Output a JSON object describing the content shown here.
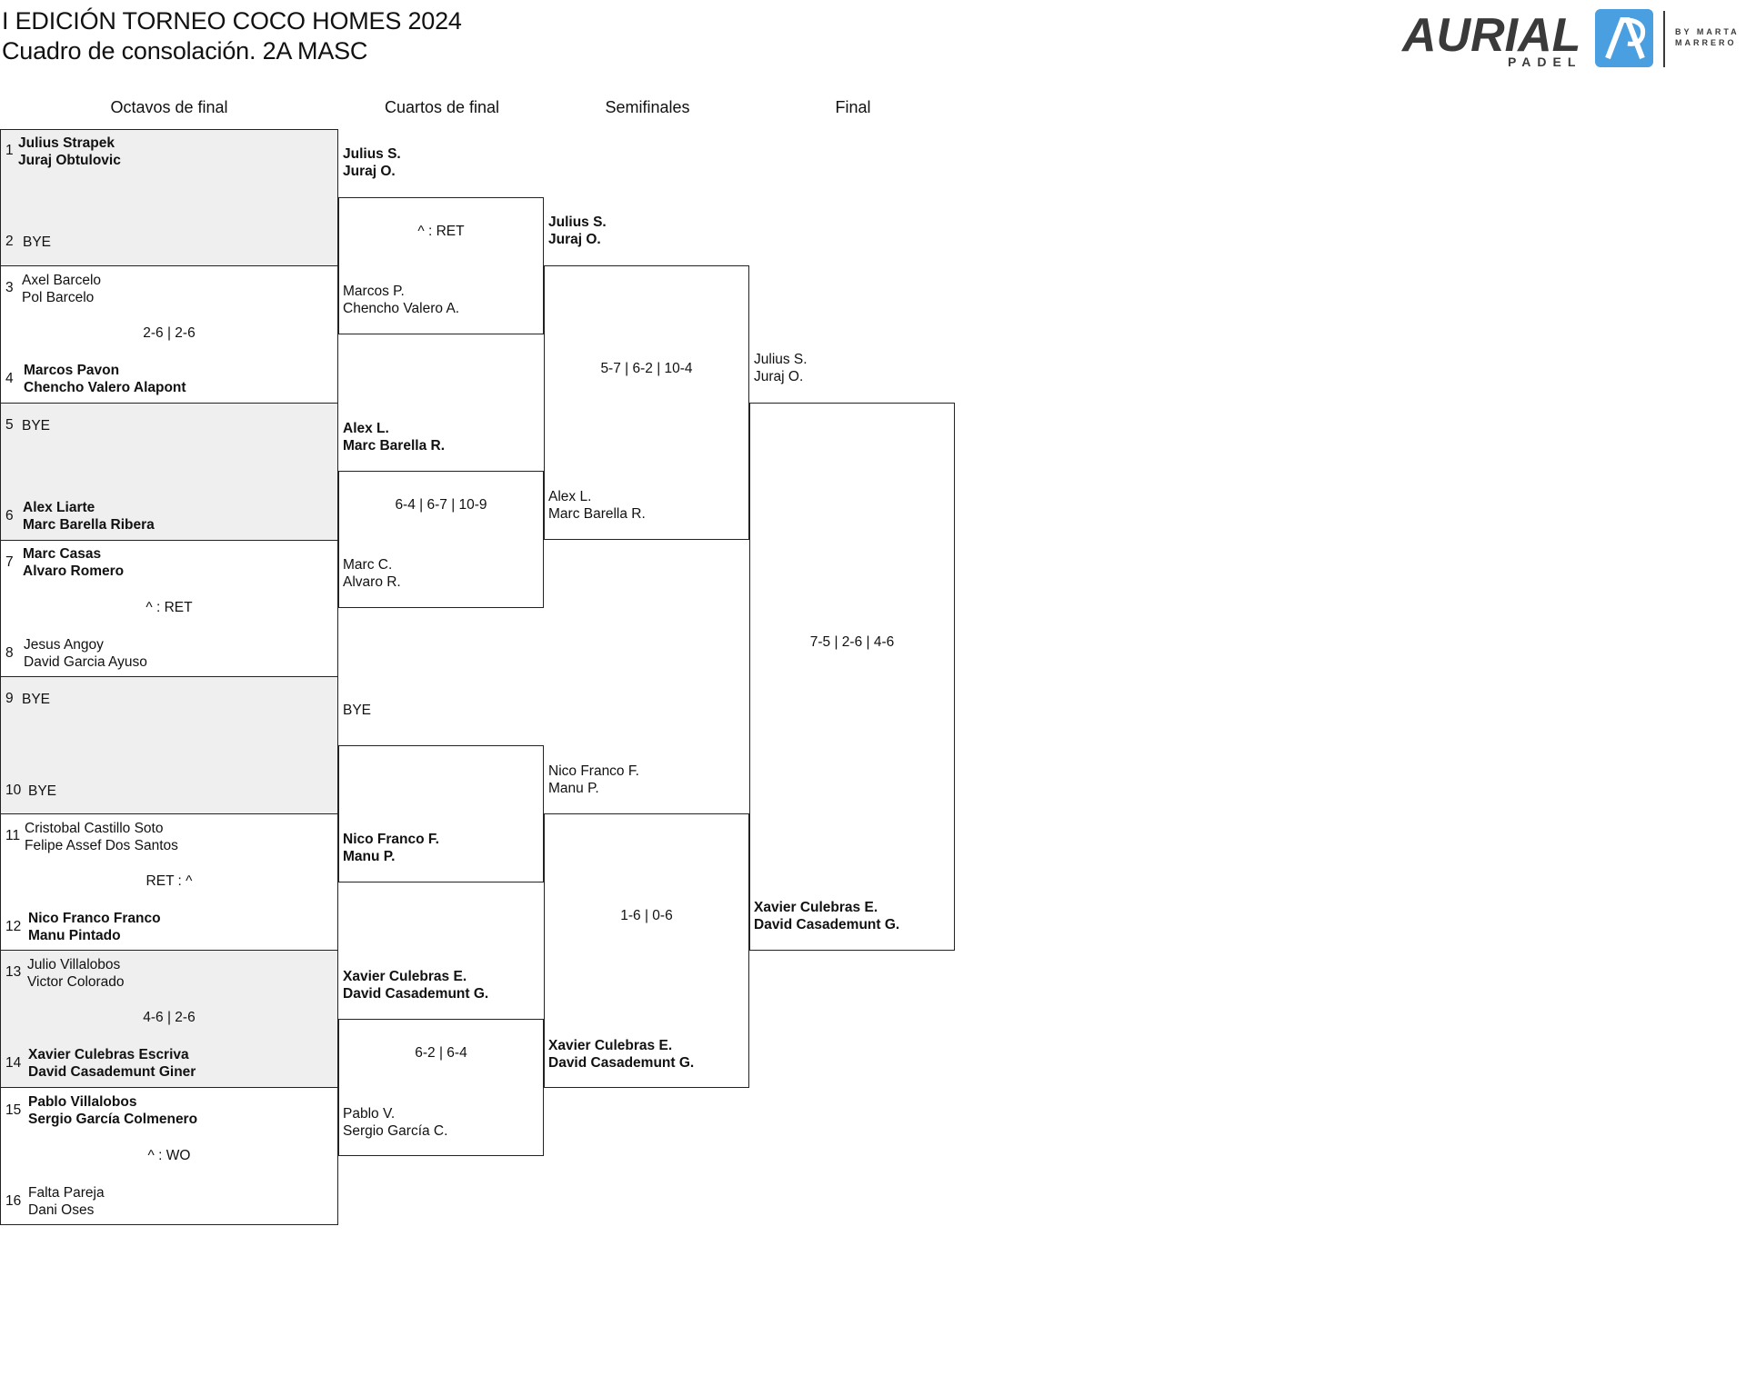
{
  "header": {
    "title": "I EDICIÓN TORNEO COCO HOMES 2024",
    "subtitle": "Cuadro de consolación. 2A MASC"
  },
  "logo": {
    "wordmark": "AURIAL",
    "sub": "PADEL",
    "by_line1": "BY MARTA",
    "by_line2": "MARRERO",
    "accent_color": "#4a9fe0"
  },
  "rounds": [
    "Octavos de final",
    "Cuartos de final",
    "Semifinales",
    "Final"
  ],
  "r16": [
    {
      "seed_a": "1",
      "a1": "Julius Strapek",
      "a2": "Juraj Obtulovic",
      "seed_b": "2",
      "b1": "BYE",
      "b2": "",
      "score": ""
    },
    {
      "seed_a": "3",
      "a1": "Axel Barcelo",
      "a2": "Pol Barcelo",
      "seed_b": "4",
      "b1": "Marcos Pavon",
      "b2": "Chencho Valero Alapont",
      "score": "2-6 | 2-6"
    },
    {
      "seed_a": "5",
      "a1": "BYE",
      "a2": "",
      "seed_b": "6",
      "b1": "Alex Liarte",
      "b2": "Marc Barella Ribera",
      "score": ""
    },
    {
      "seed_a": "7",
      "a1": "Marc Casas",
      "a2": "Alvaro Romero",
      "seed_b": "8",
      "b1": "Jesus Angoy",
      "b2": "David Garcia Ayuso",
      "score": "^ : RET"
    },
    {
      "seed_a": "9",
      "a1": "BYE",
      "a2": "",
      "seed_b": "10",
      "b1": "BYE",
      "b2": "",
      "score": ""
    },
    {
      "seed_a": "11",
      "a1": "Cristobal Castillo Soto",
      "a2": "Felipe Assef Dos Santos",
      "seed_b": "12",
      "b1": "Nico Franco Franco",
      "b2": "Manu Pintado",
      "score": "RET : ^"
    },
    {
      "seed_a": "13",
      "a1": "Julio Villalobos",
      "a2": "Victor Colorado",
      "seed_b": "14",
      "b1": "Xavier Culebras Escriva",
      "b2": "David Casademunt Giner",
      "score": "4-6 | 2-6"
    },
    {
      "seed_a": "15",
      "a1": "Pablo Villalobos",
      "a2": "Sergio García Colmenero",
      "seed_b": "16",
      "b1": "Falta Pareja",
      "b2": "Dani Oses",
      "score": "^ : WO"
    }
  ],
  "qf": [
    {
      "a1": "Julius S.",
      "a2": "Juraj O.",
      "b1": "Marcos P.",
      "b2": "Chencho Valero A.",
      "score": "^ : RET"
    },
    {
      "a1": "Alex L.",
      "a2": "Marc Barella R.",
      "b1": "Marc C.",
      "b2": "Alvaro R.",
      "score": "6-4 | 6-7 | 10-9"
    },
    {
      "a1": "BYE",
      "a2": "",
      "b1": "Nico Franco F.",
      "b2": "Manu P.",
      "score": ""
    },
    {
      "a1": "Xavier Culebras E.",
      "a2": "David Casademunt G.",
      "b1": "Pablo V.",
      "b2": "Sergio García C.",
      "score": "6-2 | 6-4"
    }
  ],
  "sf": [
    {
      "a1": "Julius S.",
      "a2": "Juraj O.",
      "b1": "Alex L.",
      "b2": "Marc Barella R.",
      "score": "5-7 | 6-2 | 10-4"
    },
    {
      "a1": "Nico Franco F.",
      "a2": "Manu P.",
      "b1": "Xavier Culebras E.",
      "b2": "David Casademunt G.",
      "score": "1-6 | 0-6"
    }
  ],
  "final": {
    "a1": "Julius S.",
    "a2": "Juraj O.",
    "b1": "Xavier Culebras E.",
    "b2": "David Casademunt G.",
    "score": "7-5 | 2-6 | 4-6"
  }
}
